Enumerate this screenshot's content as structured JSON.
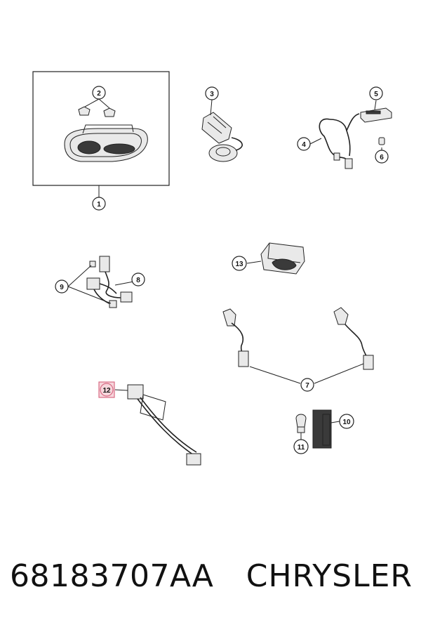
{
  "footer": {
    "part_number": "68183707AA",
    "brand": "CHRYSLER"
  },
  "callouts": {
    "c1": "1",
    "c2": "2",
    "c3": "3",
    "c4": "4",
    "c5": "5",
    "c6": "6",
    "c7": "7",
    "c8": "8",
    "c9": "9",
    "c10": "10",
    "c11": "11",
    "c12": "12",
    "c13": "13"
  },
  "highlighted_callout": "12"
}
